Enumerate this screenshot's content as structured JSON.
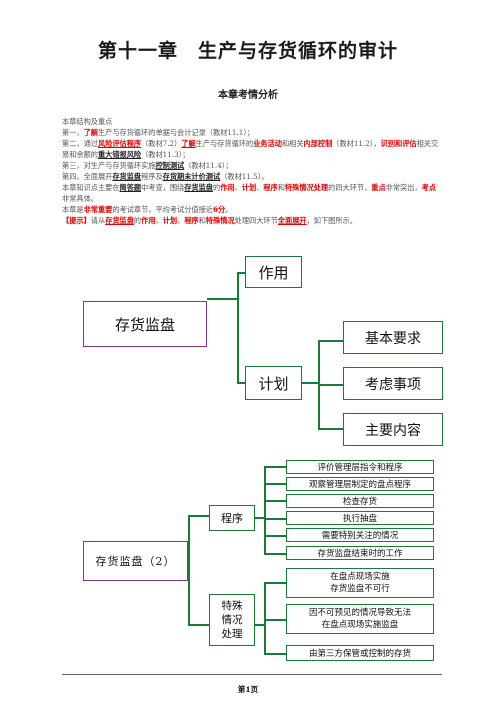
{
  "title": "第十一章　生产与存货循环的审计",
  "subtitle": "本章考情分析",
  "intro": {
    "heading": "本章结构及重点",
    "l1_a": "第一，",
    "l1_b": "了解",
    "l1_c": "生产与存货循环的单据与会计记录（教材11.1）；",
    "l2_a": "第二，通过",
    "l2_b": "风险评估程序",
    "l2_c": "（教材7.2）",
    "l2_d": "了解",
    "l2_e": "生产与存货循环的",
    "l2_f": "业务活动",
    "l2_g": "和相关",
    "l2_h": "内部控制",
    "l2_i": "（教材11.2），",
    "l2_j": "识别和评估",
    "l2_k": "相关交易和余额的",
    "l2_l": "重大错报风险",
    "l2_m": "（教材11.3）；",
    "l3_a": "第三，对生产与存货循环实施",
    "l3_b": "控制测试",
    "l3_c": "（教材11.4）；",
    "l4_a": "第四，全面展开",
    "l4_b": "存货监盘",
    "l4_c": "程序及",
    "l4_d": "存货期末计价测试",
    "l4_e": "（教材11.5）。",
    "l5_a": "本章知识点主要在",
    "l5_b": "简答题",
    "l5_c": "中考查，围绕",
    "l5_d": "存货监盘",
    "l5_e": "的",
    "l5_f": "作用",
    "l5_g": "、",
    "l5_h": "计划",
    "l5_i": "、",
    "l5_j": "程序",
    "l5_k": "和",
    "l5_l": "特殊情况处理",
    "l5_m": "的四大环节，",
    "l5_n": "重点",
    "l5_o": "非常突出，",
    "l5_p": "考点",
    "l5_q": "非常具体。",
    "l6_a": "本章是",
    "l6_b": "非常重要",
    "l6_c": "的考试章节，平均考试分值接近",
    "l6_d": "6分",
    "l6_e": "。",
    "l7_a": "【提示】",
    "l7_b": "请从",
    "l7_c": "存货监盘",
    "l7_d": "的",
    "l7_e": "作用",
    "l7_f": "、",
    "l7_g": "计划",
    "l7_h": "、",
    "l7_i": "程序",
    "l7_j": "和",
    "l7_k": "特殊情况",
    "l7_l": "处理四大环节",
    "l7_m": "全面展开",
    "l7_n": "，如下图所示。"
  },
  "diagram1": {
    "root": "存货监盘",
    "role": "作用",
    "plan": "计划",
    "plan_items": [
      "基本要求",
      "考虑事项",
      "主要内容"
    ]
  },
  "diagram2": {
    "root": "存货监盘（2）",
    "procedure": "程序",
    "procedure_items": [
      "评价管理层指令和程序",
      "观察管理层制定的盘点程序",
      "检查存货",
      "执行抽盘",
      "需要特别关注的情况",
      "存货监盘结束时的工作"
    ],
    "special": "特殊\n情况\n处理",
    "special_items": [
      "在盘点现场实施\n存货监盘不可行",
      "因不可预见的情况导致无法\n在盘点现场实施监盘",
      "由第三方保管或控制的存货"
    ]
  },
  "footer": "第1页",
  "colors": {
    "green": "#1a7a3a",
    "purple": "#7a3a8a",
    "red": "#e00000"
  }
}
